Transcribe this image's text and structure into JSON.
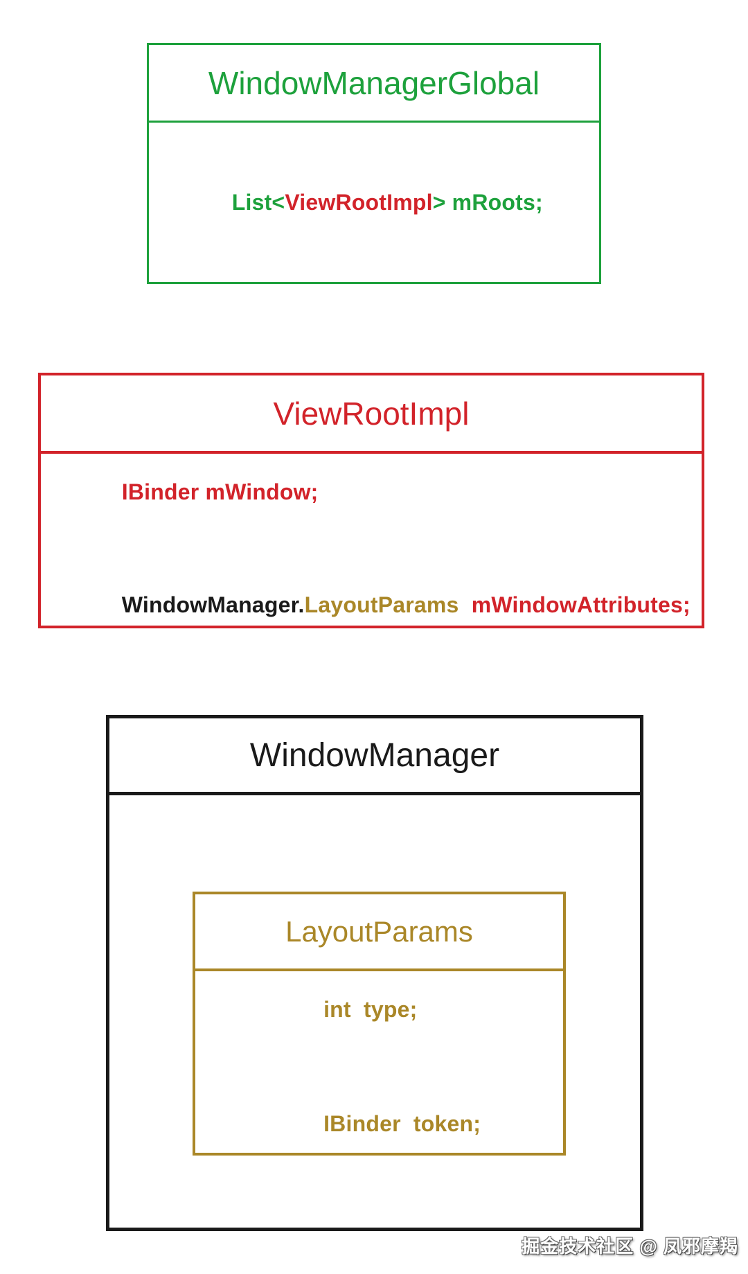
{
  "page": {
    "background": "#ffffff"
  },
  "colors": {
    "green": "#1da13c",
    "red": "#d2232a",
    "gold": "#aa8728",
    "black": "#1a1a1a"
  },
  "boxes": {
    "window_manager_global": {
      "title": "WindowManagerGlobal",
      "border_color": "#1da13c",
      "fields": [
        {
          "segments": [
            {
              "text": "List<",
              "color": "green"
            },
            {
              "text": "ViewRootImpl",
              "color": "red"
            },
            {
              "text": "> mRoots;",
              "color": "green"
            }
          ]
        }
      ]
    },
    "view_root_impl": {
      "title": "ViewRootImpl",
      "border_color": "#d2232a",
      "fields": [
        {
          "segments": [
            {
              "text": "IBinder mWindow;",
              "color": "red"
            }
          ]
        },
        {
          "segments": [
            {
              "text": "WindowManager.",
              "color": "black"
            },
            {
              "text": "LayoutParams",
              "color": "gold"
            },
            {
              "text": "  mWindowAttributes;",
              "color": "red"
            }
          ]
        }
      ]
    },
    "window_manager": {
      "title": "WindowManager",
      "border_color": "#1a1a1a",
      "nested": {
        "layout_params": {
          "title": "LayoutParams",
          "border_color": "#aa8728",
          "fields": [
            {
              "segments": [
                {
                  "text": "int  type;",
                  "color": "gold"
                }
              ]
            },
            {
              "segments": [
                {
                  "text": "IBinder  token;",
                  "color": "gold"
                }
              ]
            }
          ]
        }
      }
    }
  },
  "watermark": {
    "text": "掘金技术社区 @ 凤邪摩羯"
  }
}
